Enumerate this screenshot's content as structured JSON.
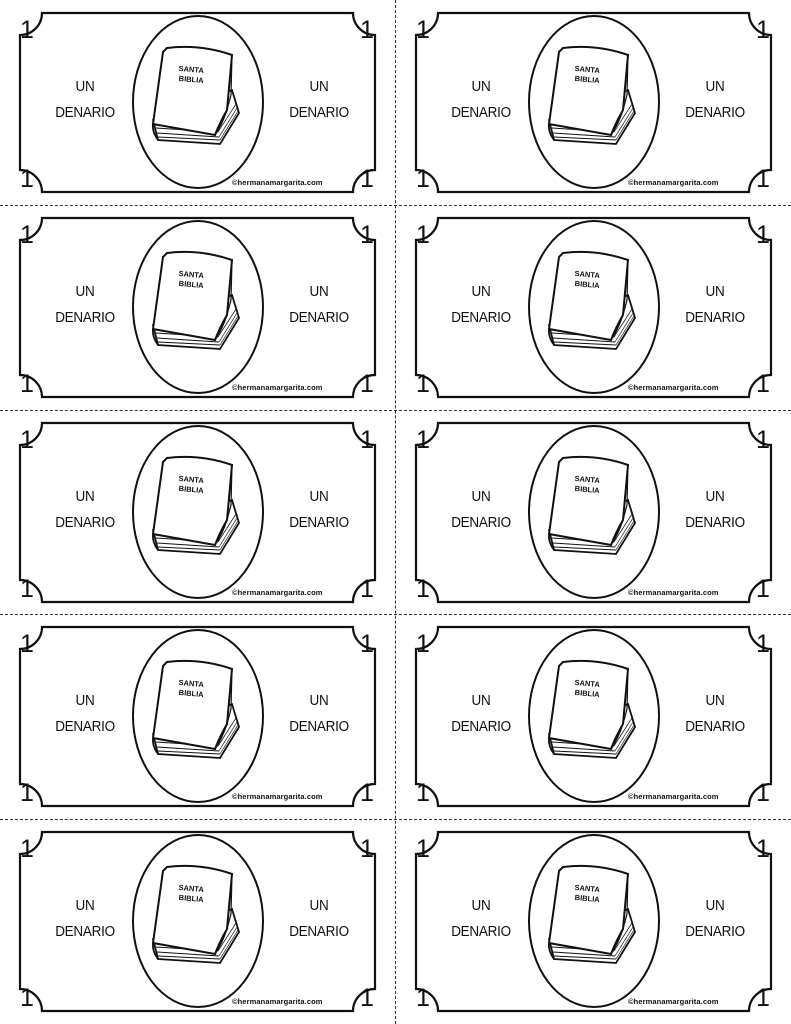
{
  "sheet": {
    "bills": [
      {
        "value": "1",
        "denomination_line1": "UN",
        "denomination_line2": "DENARIO",
        "book_line1": "SANTA",
        "book_line2": "BIBLIA",
        "credit": "©hermanamargarita.com"
      },
      {
        "value": "1",
        "denomination_line1": "UN",
        "denomination_line2": "DENARIO",
        "book_line1": "SANTA",
        "book_line2": "BIBLIA",
        "credit": "©hermanamargarita.com"
      },
      {
        "value": "1",
        "denomination_line1": "UN",
        "denomination_line2": "DENARIO",
        "book_line1": "SANTA",
        "book_line2": "BIBLIA",
        "credit": "©hermanamargarita.com"
      },
      {
        "value": "1",
        "denomination_line1": "UN",
        "denomination_line2": "DENARIO",
        "book_line1": "SANTA",
        "book_line2": "BIBLIA",
        "credit": "©hermanamargarita.com"
      },
      {
        "value": "1",
        "denomination_line1": "UN",
        "denomination_line2": "DENARIO",
        "book_line1": "SANTA",
        "book_line2": "BIBLIA",
        "credit": "©hermanamargarita.com"
      },
      {
        "value": "1",
        "denomination_line1": "UN",
        "denomination_line2": "DENARIO",
        "book_line1": "SANTA",
        "book_line2": "BIBLIA",
        "credit": "©hermanamargarita.com"
      },
      {
        "value": "1",
        "denomination_line1": "UN",
        "denomination_line2": "DENARIO",
        "book_line1": "SANTA",
        "book_line2": "BIBLIA",
        "credit": "©hermanamargarita.com"
      },
      {
        "value": "1",
        "denomination_line1": "UN",
        "denomination_line2": "DENARIO",
        "book_line1": "SANTA",
        "book_line2": "BIBLIA",
        "credit": "©hermanamargarita.com"
      },
      {
        "value": "1",
        "denomination_line1": "UN",
        "denomination_line2": "DENARIO",
        "book_line1": "SANTA",
        "book_line2": "BIBLIA",
        "credit": "©hermanamargarita.com"
      },
      {
        "value": "1",
        "denomination_line1": "UN",
        "denomination_line2": "DENARIO",
        "book_line1": "SANTA",
        "book_line2": "BIBLIA",
        "credit": "©hermanamargarita.com"
      }
    ]
  },
  "colors": {
    "ink": "#111111",
    "paper": "#ffffff"
  },
  "icons": {
    "center": "bible-book-icon"
  }
}
